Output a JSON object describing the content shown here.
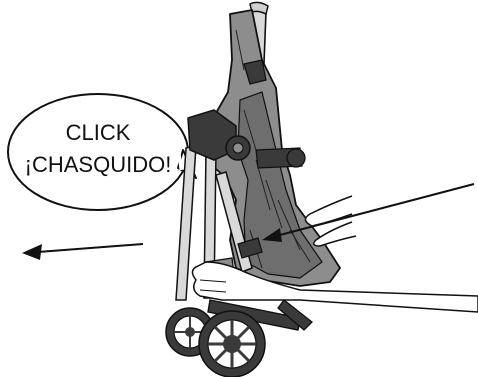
{
  "callout": {
    "line1": "CLICK",
    "line2": "¡CHASQUIDO!"
  },
  "colors": {
    "fabric": "#8d8d8d",
    "fabric_dark": "#6e6e6e",
    "frame": "#d9d9d9",
    "outline": "#111111",
    "wheel": "#3a3a3a",
    "hand": "#ffffff"
  },
  "icons": [
    "folded-stroller",
    "direction-arrow",
    "pointer-line",
    "speech-bubble"
  ]
}
